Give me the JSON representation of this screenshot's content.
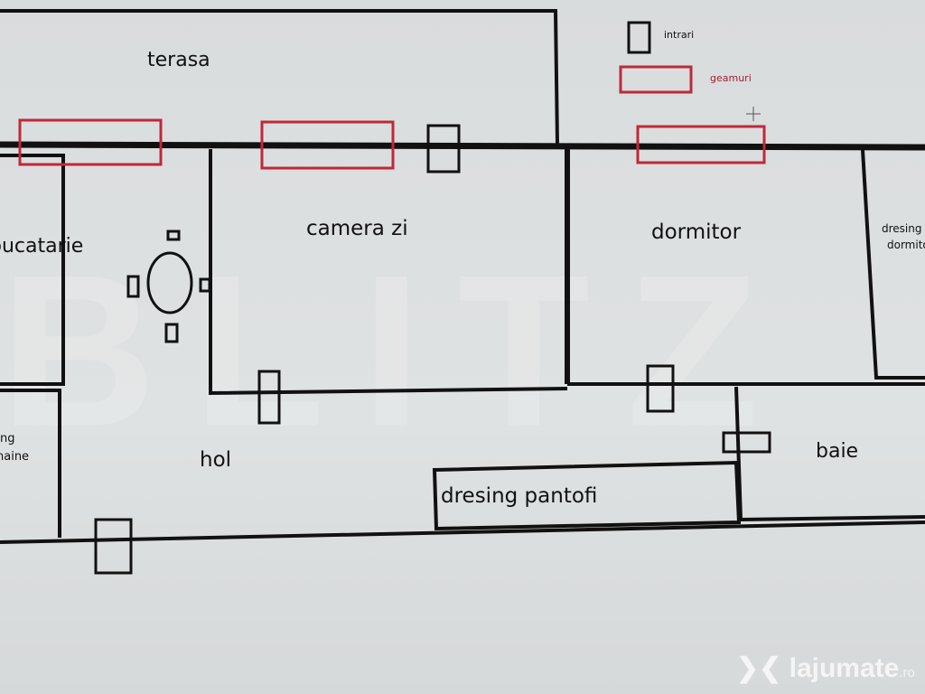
{
  "legend": {
    "doors": "intrari",
    "windows": "geamuri"
  },
  "rooms": {
    "terasa": "terasa",
    "bucatarie": "bucatarie",
    "camera_zi": "camera zi",
    "dormitor": "dormitor",
    "dresing_dormitor_1": "dresing",
    "dresing_dormitor_2": "dormitor",
    "dresing_haine_1": "ng",
    "dresing_haine_2": "haine",
    "hol": "hol",
    "dresing_pantofi": "dresing pantofi",
    "baie": "baie"
  },
  "watermark": "BLITZ",
  "logo": {
    "name": "lajumate",
    "tld": ".ro"
  },
  "colors": {
    "wall": "#111111",
    "window": "#c0283a",
    "text": "#111111"
  }
}
